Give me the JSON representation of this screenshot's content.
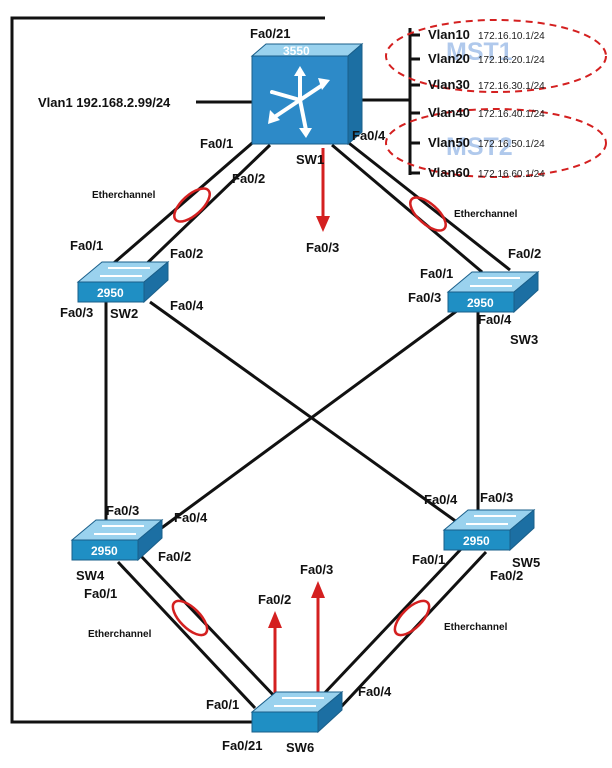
{
  "colors": {
    "wire": "#111111",
    "switch_fill": "#1f8fc4",
    "switch_top": "#9ad2ee",
    "l3_fill": "#2d8ac8",
    "etherchannel": "#d42020",
    "arrow": "#d42020",
    "mst_group_border": "#d42020",
    "mst_text": "#a8c4ea"
  },
  "core": {
    "model": "3550",
    "name": "SW1",
    "icon": "multilayer-switch-icon",
    "ports": {
      "top": "Fa0/21",
      "left": "Fa0/1",
      "left2": "Fa0/2",
      "right": "Fa0/4",
      "down": "Fa0/3"
    },
    "mgmt": "Vlan1 192.168.2.99/24"
  },
  "vlans": [
    {
      "name": "Vlan10",
      "ip": "172.16.10.1/24"
    },
    {
      "name": "Vlan20",
      "ip": "172.16.20.1/24"
    },
    {
      "name": "Vlan30",
      "ip": "172.16.30.1/24"
    },
    {
      "name": "Vlan40",
      "ip": "172.16.40.1/24"
    },
    {
      "name": "Vlan50",
      "ip": "172.16.50.1/24"
    },
    {
      "name": "Vlan60",
      "ip": "172.16.60.1/24"
    }
  ],
  "mst_groups": [
    {
      "label": "MST1"
    },
    {
      "label": "MST2"
    }
  ],
  "etherchannel_label": "Etherchannel",
  "switches": {
    "sw2": {
      "model": "2950",
      "name": "SW2",
      "ports": {
        "p1": "Fa0/1",
        "p2": "Fa0/2",
        "p3": "Fa0/3",
        "p4": "Fa0/4"
      }
    },
    "sw3": {
      "model": "2950",
      "name": "SW3",
      "ports": {
        "p1": "Fa0/1",
        "p2": "Fa0/2",
        "p3": "Fa0/3",
        "p4": "Fa0/4"
      }
    },
    "sw4": {
      "model": "2950",
      "name": "SW4",
      "ports": {
        "p1": "Fa0/1",
        "p2": "Fa0/2",
        "p3": "Fa0/3",
        "p4": "Fa0/4"
      }
    },
    "sw5": {
      "model": "2950",
      "name": "SW5",
      "ports": {
        "p1": "Fa0/1",
        "p2": "Fa0/2",
        "p3": "Fa0/3",
        "p4": "Fa0/4"
      }
    },
    "sw6": {
      "model": "",
      "name": "SW6",
      "ports": {
        "p1": "Fa0/1",
        "p21": "Fa0/21",
        "p4": "Fa0/4",
        "p2": "Fa0/2",
        "p3": "Fa0/3"
      }
    }
  }
}
